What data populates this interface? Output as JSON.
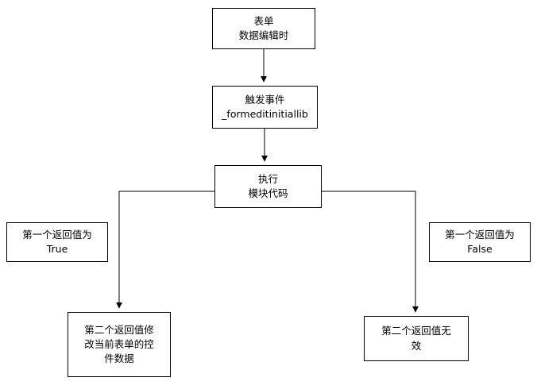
{
  "diagram": {
    "colors": {
      "background": "#ffffff",
      "border": "#000000",
      "text": "#000000",
      "line": "#000000"
    },
    "nodes": {
      "form_edit": {
        "label": "表单\n数据编辑时"
      },
      "trigger_event": {
        "label": "触发事件\n_formeditinitiallib"
      },
      "execute_code": {
        "label": "执行\n模块代码"
      },
      "true_branch": {
        "label": "第一个返回值为\nTrue"
      },
      "false_branch": {
        "label": "第一个返回值为\nFalse"
      },
      "modify_controls": {
        "label": "第二个返回值修\n改当前表单的控\n件数据"
      },
      "invalid_return": {
        "label": "第二个返回值无\n效"
      }
    }
  }
}
